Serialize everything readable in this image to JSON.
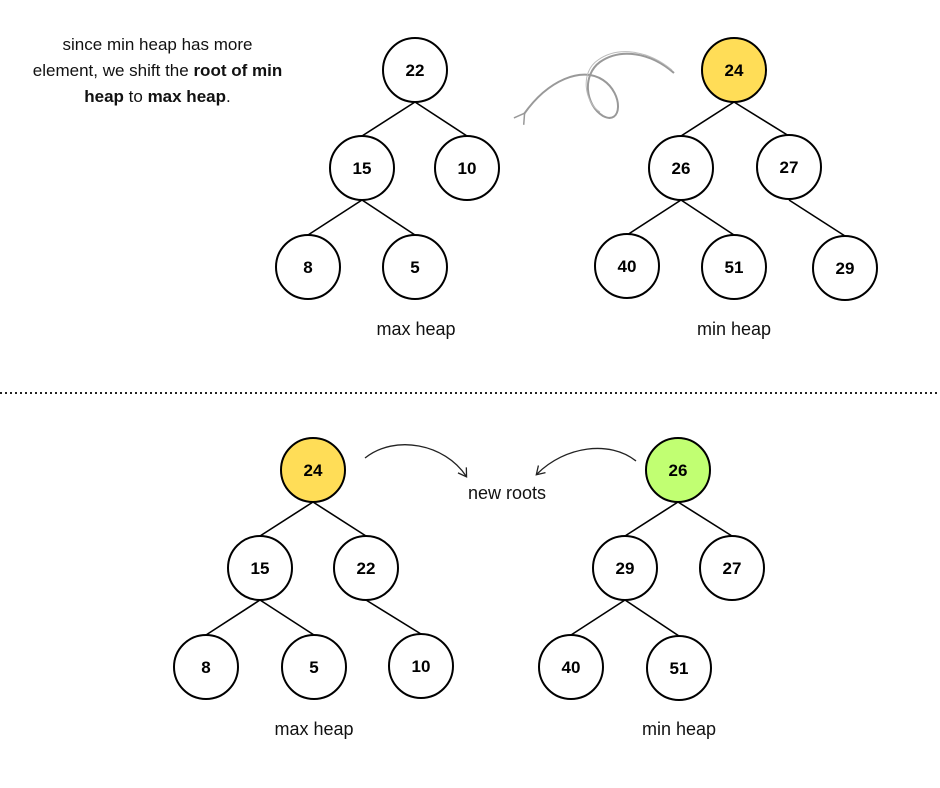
{
  "note": {
    "prefix": "since min heap has more element, we shift the ",
    "bold1": "root of min heap",
    "middle": " to ",
    "bold2": "max heap",
    "suffix": "."
  },
  "colors": {
    "highlight_yellow": "#FFDD57",
    "highlight_green": "#C1FF72",
    "node_fill": "#FFFFFF",
    "stroke": "#000000",
    "arrow_gray": "#999999"
  },
  "top": {
    "max_heap": {
      "label": "max heap",
      "nodes": [
        {
          "id": "a",
          "value": "22"
        },
        {
          "id": "b",
          "value": "15"
        },
        {
          "id": "c",
          "value": "10"
        },
        {
          "id": "d",
          "value": "8"
        },
        {
          "id": "e",
          "value": "5"
        }
      ]
    },
    "min_heap": {
      "label": "min heap",
      "nodes": [
        {
          "id": "a",
          "value": "24",
          "highlight": "yellow"
        },
        {
          "id": "b",
          "value": "26"
        },
        {
          "id": "c",
          "value": "27"
        },
        {
          "id": "d",
          "value": "40"
        },
        {
          "id": "e",
          "value": "51"
        },
        {
          "id": "f",
          "value": "29"
        }
      ]
    }
  },
  "bottom": {
    "new_roots_label": "new roots",
    "max_heap": {
      "label": "max heap",
      "nodes": [
        {
          "id": "a",
          "value": "24",
          "highlight": "yellow"
        },
        {
          "id": "b",
          "value": "15"
        },
        {
          "id": "c",
          "value": "22"
        },
        {
          "id": "d",
          "value": "8"
        },
        {
          "id": "e",
          "value": "5"
        },
        {
          "id": "f",
          "value": "10"
        }
      ]
    },
    "min_heap": {
      "label": "min heap",
      "nodes": [
        {
          "id": "a",
          "value": "26",
          "highlight": "green"
        },
        {
          "id": "b",
          "value": "29"
        },
        {
          "id": "c",
          "value": "27"
        },
        {
          "id": "d",
          "value": "40"
        },
        {
          "id": "e",
          "value": "51"
        }
      ]
    }
  }
}
